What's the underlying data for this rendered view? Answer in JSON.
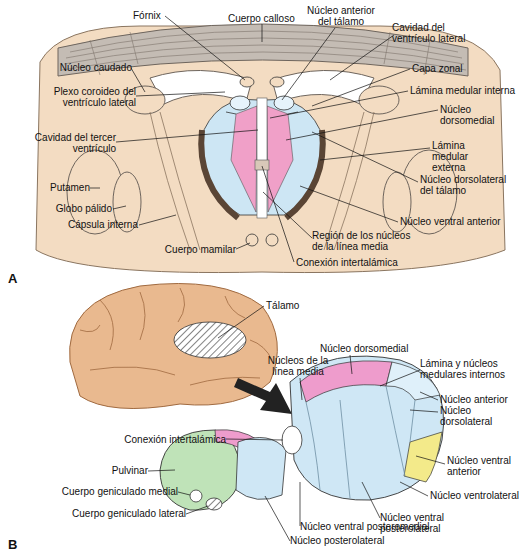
{
  "diagram": {
    "labels": [
      "Fórnix",
      "Cuerpo calloso",
      "Núcleo anterior del tálamo",
      "Cavidad del ventrículo lateral",
      "Núcleo caudado",
      "Capa zonal",
      "Plexo coroideo del ventrículo lateral",
      "Lámina medular interna",
      "Núcleo dorsomedial",
      "Cavidad del tercer ventrículo",
      "Lámina medular externa",
      "Putamen",
      "Núcleo dorsolateral del tálamo",
      "Globo pálido",
      "Núcleo ventral anterior",
      "Cápsula interna",
      "Región de los núcleos de la línea media",
      "Cuerpo mamilar",
      "Conexión intertalámica",
      "A",
      "Tálamo",
      "Núcleo dorsomedial",
      "Núcleos de la línea media",
      "Lámina y núcleos medulares internos",
      "Núcleo anterior",
      "Núcleo dorsolateral",
      "Conexión intertalámica",
      "Pulvinar",
      "Núcleo ventral anterior",
      "Cuerpo geniculado medial",
      "Núcleo ventrolateral",
      "Cuerpo geniculado lateral",
      "Núcleo ventral posterolateral",
      "Núcleo ventral posteromedial",
      "Núcleo posterolateral",
      "B"
    ]
  }
}
